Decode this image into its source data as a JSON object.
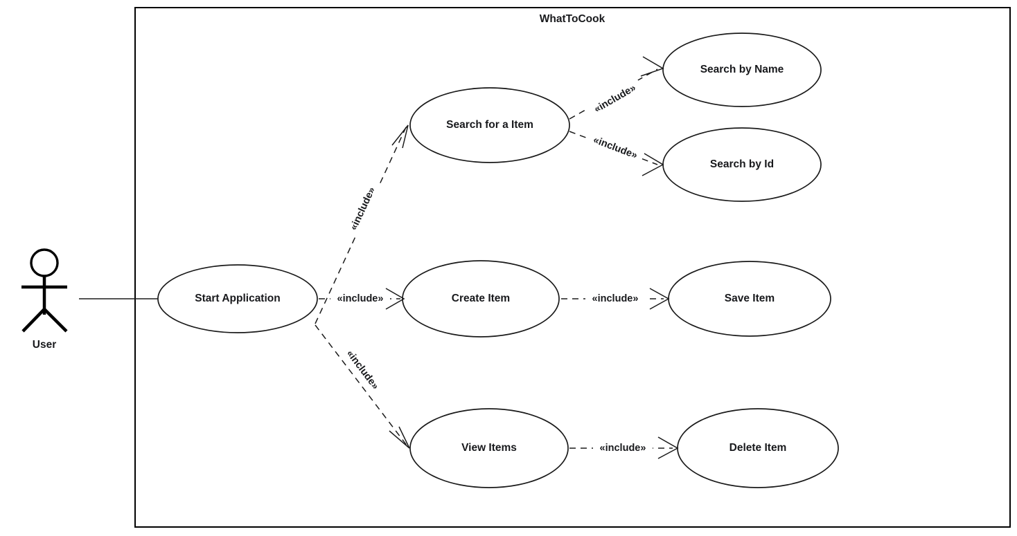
{
  "diagram": {
    "kind": "uml-use-case-diagram",
    "system_title": "WhatToCook",
    "actor": {
      "name": "User",
      "icon": "stick-figure-actor-icon"
    },
    "use_cases": [
      {
        "id": "start_application",
        "label": "Start Application"
      },
      {
        "id": "search_for_a_item",
        "label": "Search for a Item"
      },
      {
        "id": "search_by_name",
        "label": "Search by Name"
      },
      {
        "id": "search_by_id",
        "label": "Search by Id"
      },
      {
        "id": "create_item",
        "label": "Create Item"
      },
      {
        "id": "save_item",
        "label": "Save Item"
      },
      {
        "id": "view_items",
        "label": "View Items"
      },
      {
        "id": "delete_item",
        "label": "Delete Item"
      }
    ],
    "stereotype": "«include»",
    "relationships": [
      {
        "from": "user",
        "to": "start_application",
        "type": "association",
        "label": ""
      },
      {
        "from": "start_application",
        "to": "search_for_a_item",
        "type": "include",
        "label": "«include»"
      },
      {
        "from": "start_application",
        "to": "create_item",
        "type": "include",
        "label": "«include»"
      },
      {
        "from": "start_application",
        "to": "view_items",
        "type": "include",
        "label": "«include»"
      },
      {
        "from": "search_for_a_item",
        "to": "search_by_name",
        "type": "include",
        "label": "«include»"
      },
      {
        "from": "search_for_a_item",
        "to": "search_by_id",
        "type": "include",
        "label": "«include»"
      },
      {
        "from": "create_item",
        "to": "save_item",
        "type": "include",
        "label": "«include»"
      },
      {
        "from": "view_items",
        "to": "delete_item",
        "type": "include",
        "label": "«include»"
      }
    ],
    "colors": {
      "background": "#ffffff",
      "stroke": "#1a1a1a",
      "boundary_stroke": "#000000",
      "text": "#18191c"
    }
  }
}
